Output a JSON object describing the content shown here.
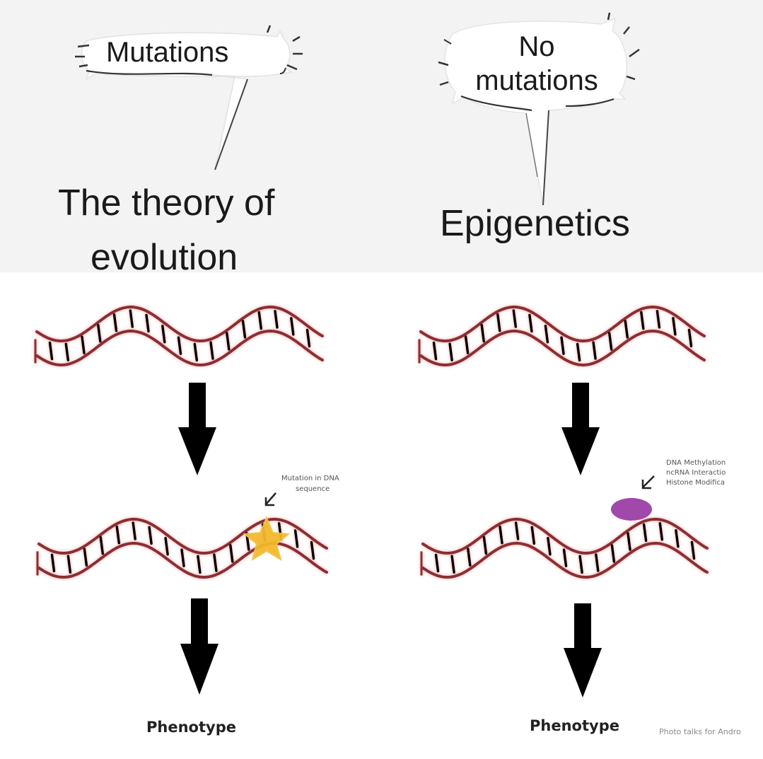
{
  "left_panel": {
    "bubble": "Mutations",
    "heading_line1": "The theory of",
    "heading_line2": "evolution",
    "annotation_line1": "Mutation in DNA",
    "annotation_line2": "sequence",
    "outcome": "Phenotype"
  },
  "right_panel": {
    "bubble_line1": "No",
    "bubble_line2": "mutations",
    "heading": "Epigenetics",
    "annotation_line1": "DNA Methylation",
    "annotation_line2": "ncRNA Interactio",
    "annotation_line3": "Histone Modifica",
    "outcome": "Phenotype"
  },
  "watermark": "Photo talks for Andro",
  "colors": {
    "dna_strand": "#8c2e33",
    "mutation_star": "#f3b82c",
    "epigenetic_mark": "#9c3ea6",
    "arrow": "#000000",
    "top_background": "#f3f3f3"
  }
}
